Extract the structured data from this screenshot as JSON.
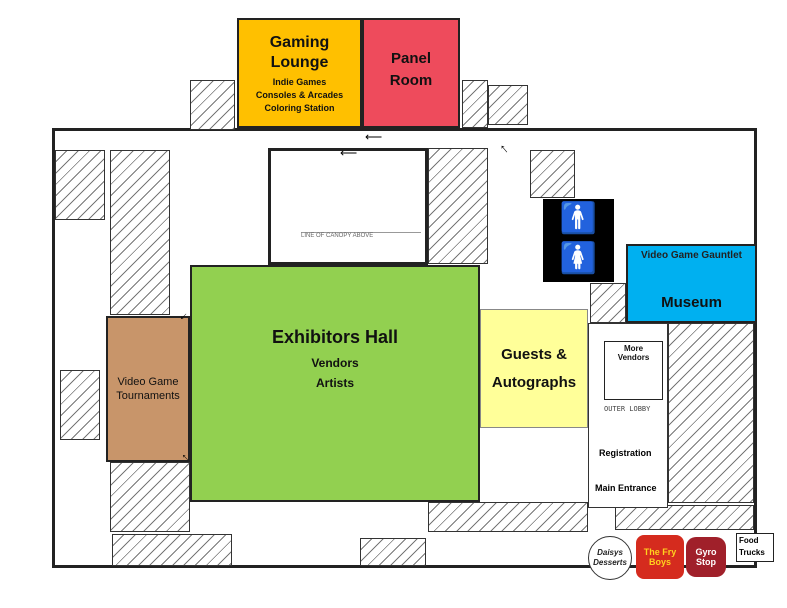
{
  "rooms": {
    "gaming_lounge": {
      "title": "Gaming Lounge",
      "items": [
        "Indie Games",
        "Consoles & Arcades",
        "Coloring Station"
      ],
      "color": "#FFC000"
    },
    "panel_room": {
      "title": "Panel Room",
      "color": "#EE4B5C"
    },
    "exhibitors_hall": {
      "title": "Exhibitors Hall",
      "items": [
        "Vendors",
        "Artists"
      ],
      "color": "#92D050"
    },
    "tournaments": {
      "title": "Video Game Tournaments",
      "color": "#C8956A"
    },
    "guests": {
      "title": "Guests & Autographs",
      "color": "#FFFF99"
    },
    "museum": {
      "title": "Museum",
      "subtitle": "Video Game Gauntlet",
      "color": "#00B0F0"
    },
    "more_vendors": {
      "title": "More Vendors"
    },
    "outer_lobby": "OUTER LOBBY",
    "registration": "Registration",
    "main_entrance": "Main Entrance",
    "canopy": "LINE OF CANOPY ABOVE"
  },
  "food": {
    "label": "Food Trucks",
    "vendors": [
      "Daisys Desserts",
      "The Fry Boys",
      "Gyro Stop"
    ]
  }
}
